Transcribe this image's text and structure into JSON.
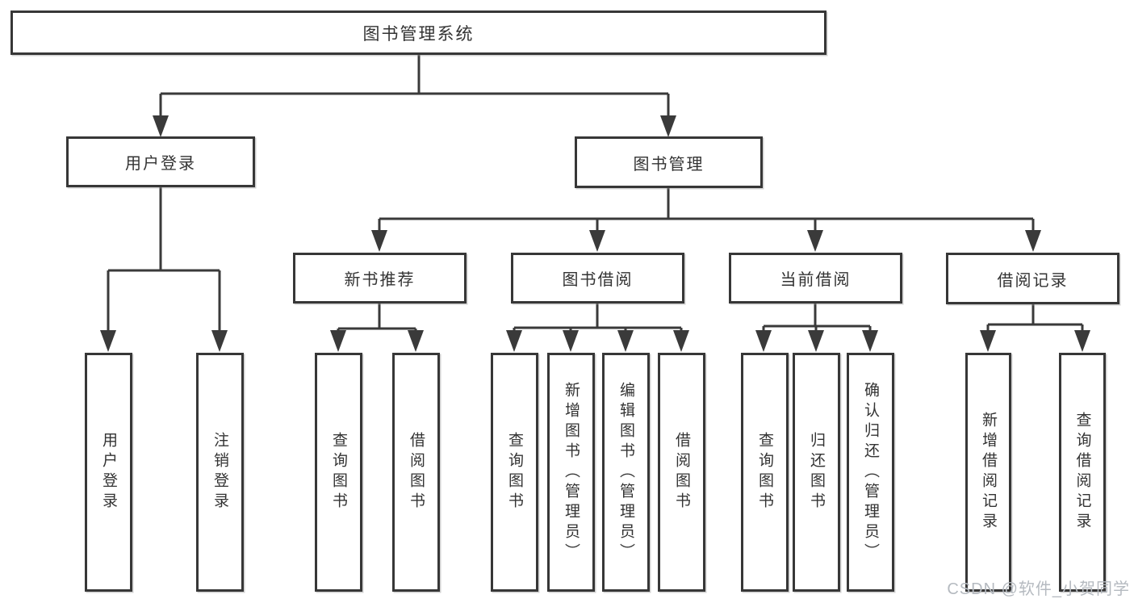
{
  "diagram": {
    "root": {
      "label": "图书管理系统"
    },
    "branches": [
      {
        "label": "用户登录",
        "children": [
          "用户登录",
          "注销登录"
        ]
      },
      {
        "label": "图书管理",
        "groups": [
          {
            "label": "新书推荐",
            "children": [
              "查询图书",
              "借阅图书"
            ]
          },
          {
            "label": "图书借阅",
            "children": [
              "查询图书",
              "新增图书（管理员）",
              "编辑图书（管理员）",
              "借阅图书"
            ]
          },
          {
            "label": "当前借阅",
            "children": [
              "查询图书",
              "归还图书",
              "确认归还（管理员）"
            ]
          },
          {
            "label": "借阅记录",
            "children": [
              "新增借阅记录",
              "查询借阅记录"
            ]
          }
        ]
      }
    ]
  },
  "watermark": "CSDN @软件_小贺同学",
  "colors": {
    "line": "#3a3a3a",
    "box_border": "#373737",
    "text": "#333333",
    "watermark": "#b5bac0",
    "background": "#ffffff"
  }
}
